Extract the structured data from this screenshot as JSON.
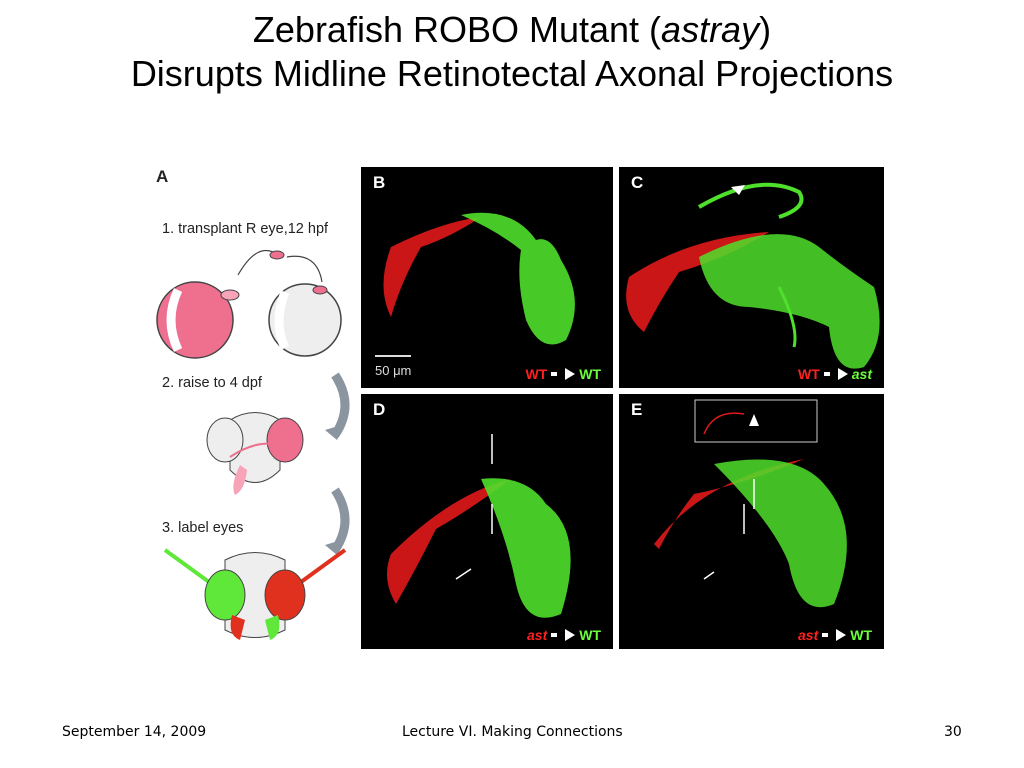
{
  "slide": {
    "title_line1_prefix": "Zebrafish ROBO Mutant (",
    "title_line1_italic": "astray",
    "title_line1_suffix": ")",
    "title_line2": "Disrupts Midline Retinotectal Axonal Projections"
  },
  "panel_a": {
    "label": "A",
    "step1": "1. transplant R eye,12 hpf",
    "step2": "2. raise to 4 dpf",
    "step3": "3. label eyes"
  },
  "panels": {
    "b": {
      "label": "B",
      "donor": "WT",
      "host": "WT",
      "scale": "50 μm"
    },
    "c": {
      "label": "C",
      "donor": "WT",
      "host": "ast"
    },
    "d": {
      "label": "D",
      "donor": "ast",
      "host": "WT"
    },
    "e": {
      "label": "E",
      "donor": "ast",
      "host": "WT"
    }
  },
  "colors": {
    "red_axons": "#ff2020",
    "green_axons": "#5fe83a",
    "pink_eye": "#ef6f8f"
  },
  "footer": {
    "date": "September 14, 2009",
    "lecture": "Lecture VI. Making Connections",
    "page": "30"
  }
}
